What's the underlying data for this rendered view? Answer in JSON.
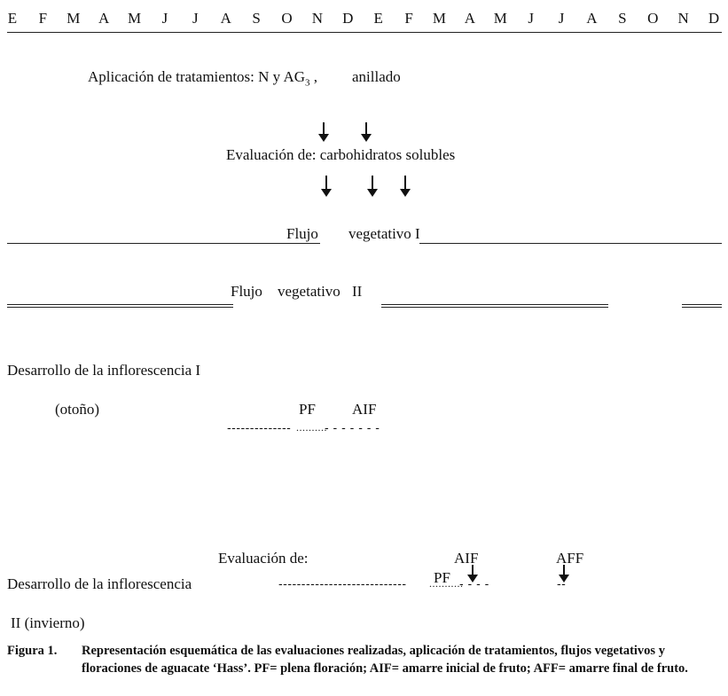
{
  "months": [
    "E",
    "F",
    "M",
    "A",
    "M",
    "J",
    "J",
    "A",
    "S",
    "O",
    "N",
    "D",
    "E",
    "F",
    "M",
    "A",
    "M",
    "J",
    "J",
    "A",
    "S",
    "O",
    "N",
    "D"
  ],
  "treatments": {
    "label": "Aplicación de tratamientos: N y AG",
    "subscript": "3",
    "sep": " ,",
    "ringing": "anillado"
  },
  "evaluation_carbs": "Evaluación de: carbohidratos solubles",
  "flush1": {
    "word1": "Flujo",
    "word2": "vegetativo I"
  },
  "flush2": {
    "word1": "Flujo",
    "word2": "vegetativo",
    "numeral": "II"
  },
  "infl1": {
    "title": "Desarrollo de la inflorescencia I",
    "season": "(otoño)",
    "pf": "PF",
    "aif": "AIF",
    "dashes": "--------------",
    "dots": "..........",
    "dashes2": "- - - - - - -"
  },
  "infl2": {
    "evaluation": "Evaluación de:",
    "aif": "AIF",
    "aff": "AFF",
    "pf": "PF",
    "title": "Desarrollo de la inflorescencia",
    "dashes": "----------------------------",
    "dots": "...........",
    "dashes2": "- - - -",
    "dashes3": "--",
    "season": "II  (invierno)"
  },
  "caption": {
    "label": "Figura  1.",
    "text": "Representación esquemática de las evaluaciones realizadas, aplicación de tratamientos, flujos vegetativos y floraciones de aguacate ‘Hass’. PF= plena floración; AIF= amarre inicial de fruto; AFF= amarre final de fruto."
  }
}
